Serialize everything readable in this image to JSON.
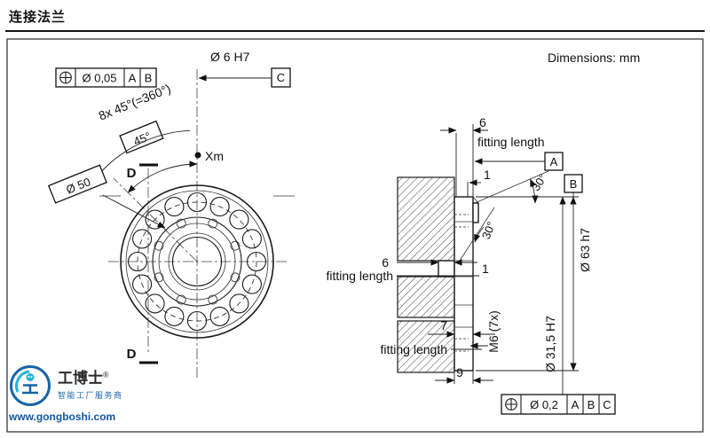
{
  "page": {
    "title": "连接法兰",
    "dimensions_note": "Dimensions: mm"
  },
  "front_view": {
    "fcf": {
      "symbol": "⊕",
      "tolerance": "Ø 0,05",
      "datums": [
        "A",
        "B"
      ]
    },
    "hole_dimension": "Ø 6 H7",
    "datum_c": "C",
    "pattern_note": "8x 45°(=360°)",
    "angle_dimension": "45°",
    "point_label": "Xm",
    "section_label": "D",
    "diameter_label": "Ø 50"
  },
  "section_view": {
    "fitting_length_top": {
      "value": "6",
      "label": "fitting length"
    },
    "datum_a": "A",
    "datum_b": "B",
    "step_top": "1",
    "angle_outer": "30°",
    "angle_inner": "30°",
    "outer_diameter": "Ø 63 h7",
    "fitting_length_mid": {
      "value": "6",
      "label": "fitting length"
    },
    "step_mid": "1",
    "depth_front": "7",
    "thread_spec": "M6 (7x)",
    "bore_diameter": "Ø 31,5 H7",
    "depth_total": "9",
    "fitting_length_bottom": "fitting length",
    "fcf": {
      "symbol": "⊕",
      "tolerance": "Ø 0,2",
      "datums": [
        "A",
        "B",
        "C"
      ]
    }
  },
  "logo": {
    "name": "工博士",
    "registered_mark": "®",
    "subtitle": "智能工厂服务商",
    "url": "www.gongboshi.com"
  },
  "colors": {
    "line": "#1a1a1a",
    "logo_blue": "#1565a8",
    "logo_cyan": "#2ab5d8"
  }
}
